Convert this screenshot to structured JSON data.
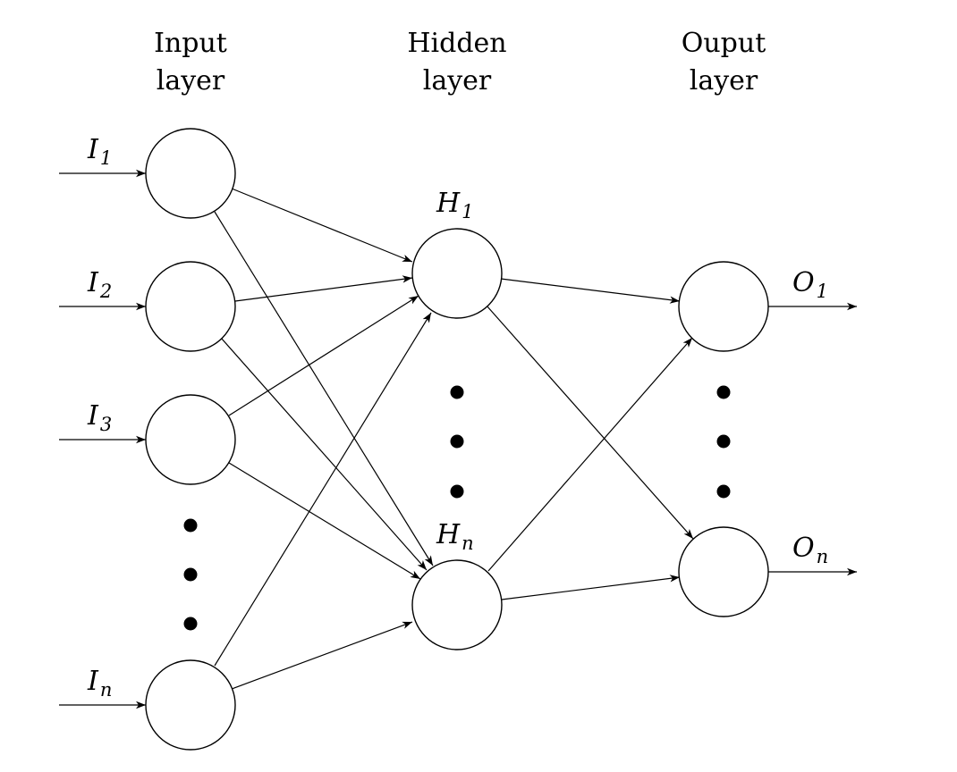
{
  "layers": {
    "input": {
      "title_line1": "Input",
      "title_line2": "layer"
    },
    "hidden": {
      "title_line1": "Hidden",
      "title_line2": "layer"
    },
    "output": {
      "title_line1": "Ouput",
      "title_line2": "layer"
    }
  },
  "nodes": {
    "input_1": {
      "letter": "I",
      "sub": "1"
    },
    "input_2": {
      "letter": "I",
      "sub": "2"
    },
    "input_3": {
      "letter": "I",
      "sub": "3"
    },
    "input_n": {
      "letter": "I",
      "sub": "n"
    },
    "hidden_1": {
      "letter": "H",
      "sub": "1"
    },
    "hidden_n": {
      "letter": "H",
      "sub": "n"
    },
    "output_1": {
      "letter": "O",
      "sub": "1"
    },
    "output_n": {
      "letter": "O",
      "sub": "n"
    }
  },
  "colors": {
    "line": "#000000",
    "background": "#ffffff"
  }
}
